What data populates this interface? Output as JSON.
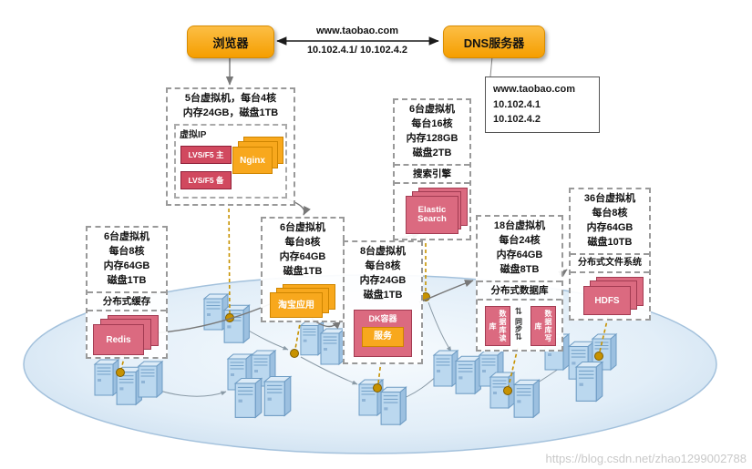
{
  "top": {
    "browser": "浏览器",
    "dns": "DNS服务器",
    "domain": "www.taobao.com",
    "ips": "10.102.4.1/ 10.102.4.2",
    "dns_card": [
      "www.taobao.com",
      "10.102.4.1",
      "10.102.4.2"
    ]
  },
  "clusters": {
    "lvs": {
      "spec": [
        "5台虚拟机，每台4核",
        "内存24GB，磁盘1TB"
      ],
      "vip": "虚拟IP",
      "main": "LVS/F5 主",
      "backup": "LVS/F5 备",
      "nginx": "Nginx"
    },
    "cache": {
      "spec": [
        "6台虚拟机",
        "每台8核",
        "内存64GB",
        "磁盘1TB"
      ],
      "band": "分布式缓存",
      "stack": "Redis"
    },
    "app": {
      "spec": [
        "6台虚拟机",
        "每台8核",
        "内存64GB",
        "磁盘1TB"
      ],
      "stack": "淘宝应用"
    },
    "container": {
      "spec": [
        "8台虚拟机",
        "每台8核",
        "内存24GB",
        "磁盘1TB"
      ],
      "title": "DK容器",
      "inner": "服务"
    },
    "search": {
      "spec": [
        "6台虚拟机",
        "每台16核",
        "内存128GB",
        "磁盘2TB"
      ],
      "band": "搜索引擎",
      "stack": "Elastic Search"
    },
    "db": {
      "spec": [
        "18台虚拟机",
        "每台24核",
        "内存64GB",
        "磁盘8TB"
      ],
      "band": "分布式数据库",
      "read": "数据库读库",
      "write": "数据库写库",
      "sync": "同步"
    },
    "hdfs": {
      "spec": [
        "36台虚拟机",
        "每台8核",
        "内存64GB",
        "磁盘10TB"
      ],
      "band": "分布式文件系统",
      "stack": "HDFS"
    }
  },
  "icons": {
    "sync_arrows": "⇅"
  },
  "colors": {
    "accent_orange": "#F8A81D",
    "accent_pink": "#DB6A80",
    "accent_red": "#D1495F",
    "gold": "#C79200",
    "cloud_blue": "#C3D9EC"
  },
  "watermark": "https://blog.csdn.net/zhao1299002788"
}
